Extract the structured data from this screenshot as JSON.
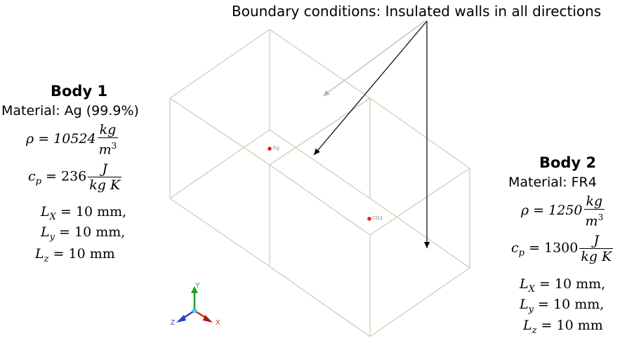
{
  "boundary_note": "Boundary conditions: Insulated walls in all directions",
  "body1": {
    "title": "Body 1",
    "material": "Material: Ag (99.9%)",
    "rho_lhs": "ρ = 10524",
    "rho_num": "kg",
    "rho_den": "m",
    "rho_den_exp": "3",
    "cp_lhs": "c",
    "cp_sub": "p",
    "cp_eq": " = 236",
    "cp_num": "J",
    "cp_den": "kg K",
    "lx": "= 10 mm,",
    "ly": "= 10 mm,",
    "lz": "= 10 mm",
    "lx_sub": "X",
    "ly_sub": "y",
    "lz_sub": "z"
  },
  "body2": {
    "title": "Body 2",
    "material": "Material: FR4",
    "rho_lhs": "ρ = 1250",
    "rho_num": "kg",
    "rho_den": "m",
    "rho_den_exp": "3",
    "cp_lhs": "c",
    "cp_sub": "p",
    "cp_eq": " = 1300",
    "cp_num": "J",
    "cp_den": "kg K",
    "lx": "= 10 mm,",
    "ly": "= 10 mm,",
    "lz": "= 10 mm",
    "lx_sub": "X",
    "ly_sub": "y",
    "lz_sub": "z"
  },
  "points": {
    "ag": "Ag",
    "fr4": "FR4"
  },
  "axes": {
    "x": "X",
    "y": "Y",
    "z": "Z"
  },
  "colors": {
    "edge": "#cfcfb4",
    "point": "#e02020",
    "point_label": "#a0a0a0",
    "axis_x": "#e02020",
    "axis_y": "#20a020",
    "axis_z": "#2040d0",
    "arrow_grey": "#a8b8c8"
  }
}
